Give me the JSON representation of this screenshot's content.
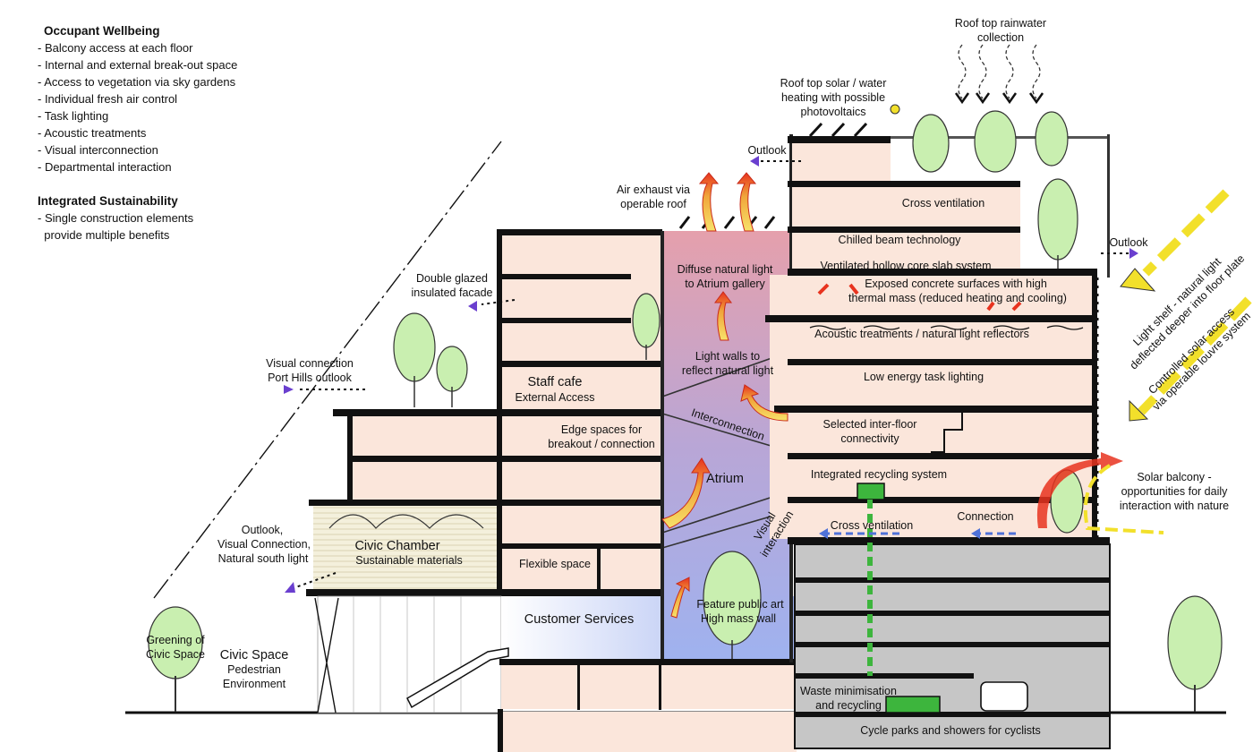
{
  "notes": {
    "wellbeing": {
      "heading": "Occupant Wellbeing",
      "items": [
        "- Balcony access at each floor",
        "- Internal and external break-out space",
        "- Access to vegetation via sky gardens",
        "- Individual fresh air control",
        "- Task lighting",
        "- Acoustic treatments",
        "- Visual interconnection",
        "- Departmental interaction"
      ]
    },
    "sustainability": {
      "heading": "Integrated Sustainability",
      "items": [
        "- Single construction elements",
        "  provide multiple benefits"
      ]
    }
  },
  "labels": {
    "rainwater_1": "Roof top rainwater",
    "rainwater_2": "collection",
    "solar_1": "Roof top solar / water",
    "solar_2": "heating with possible",
    "solar_3": "photovoltaics",
    "outlook_top": "Outlook",
    "outlook_right": "Outlook",
    "air_exhaust_1": "Air exhaust via",
    "air_exhaust_2": "operable roof",
    "cross_vent_top": "Cross ventilation",
    "chilled_beam": "Chilled beam technology",
    "hollow_core": "Ventilated hollow core slab system",
    "concrete_1": "Exposed concrete surfaces with high",
    "concrete_2": "thermal mass (reduced heating and cooling)",
    "acoustic": "Acoustic treatments / natural light reflectors",
    "task_lighting": "Low energy task lighting",
    "inter_floor_1": "Selected inter-floor",
    "inter_floor_2": "connectivity",
    "recycling": "Integrated recycling system",
    "cross_vent_low": "Cross ventilation",
    "connection": "Connection",
    "solar_balcony_1": "Solar balcony -",
    "solar_balcony_2": "opportunities for daily",
    "solar_balcony_3": "interaction with nature",
    "light_shelf_1": "Light shelf - natural light",
    "light_shelf_2": "deflected deeper into floor plate",
    "solar_access_1": "Controlled solar access",
    "solar_access_2": "via operable louvre system",
    "diffuse_1": "Diffuse natural light",
    "diffuse_2": "to Atrium gallery",
    "light_walls_1": "Light walls to",
    "light_walls_2": "reflect natural light",
    "interconnection": "Interconnection",
    "atrium": "Atrium",
    "visual_interaction_1": "Visual",
    "visual_interaction_2": "interaction",
    "double_glazed_1": "Double glazed",
    "double_glazed_2": "insulated facade",
    "visual_conn_1": "Visual connection",
    "visual_conn_2": "Port Hills outlook",
    "staff_cafe": "Staff cafe",
    "external_access": "External Access",
    "edge_spaces_1": "Edge spaces for",
    "edge_spaces_2": "breakout / connection",
    "outlook_low_1": "Outlook,",
    "outlook_low_2": "Visual Connection,",
    "outlook_low_3": "Natural south light",
    "civic_chamber": "Civic Chamber",
    "sustainable_materials": "Sustainable materials",
    "flexible_space": "Flexible space",
    "customer_services": "Customer Services",
    "feature_art_1": "Feature public art",
    "feature_art_2": "High mass wall",
    "greening_1": "Greening of",
    "greening_2": "Civic Space",
    "civic_space": "Civic Space",
    "pedestrian_1": "Pedestrian",
    "pedestrian_2": "Environment",
    "waste_1": "Waste minimisation",
    "waste_2": "and recycling",
    "cycle_parks": "Cycle parks and showers for cyclists"
  },
  "colors": {
    "floor_fill": "#fbe6db",
    "slab": "#111111",
    "atrium_top": "#e5a0ac",
    "atrium_mid": "#b9a6d6",
    "atrium_bottom": "#9fb2ef",
    "carpark": "#c6c6c6",
    "tree": "#c9efb0",
    "warm_air": "#e8331f",
    "louvre": "#f2e02b",
    "cool_air": "#4f72d8",
    "outlook_arrow": "#6a3fcf"
  }
}
